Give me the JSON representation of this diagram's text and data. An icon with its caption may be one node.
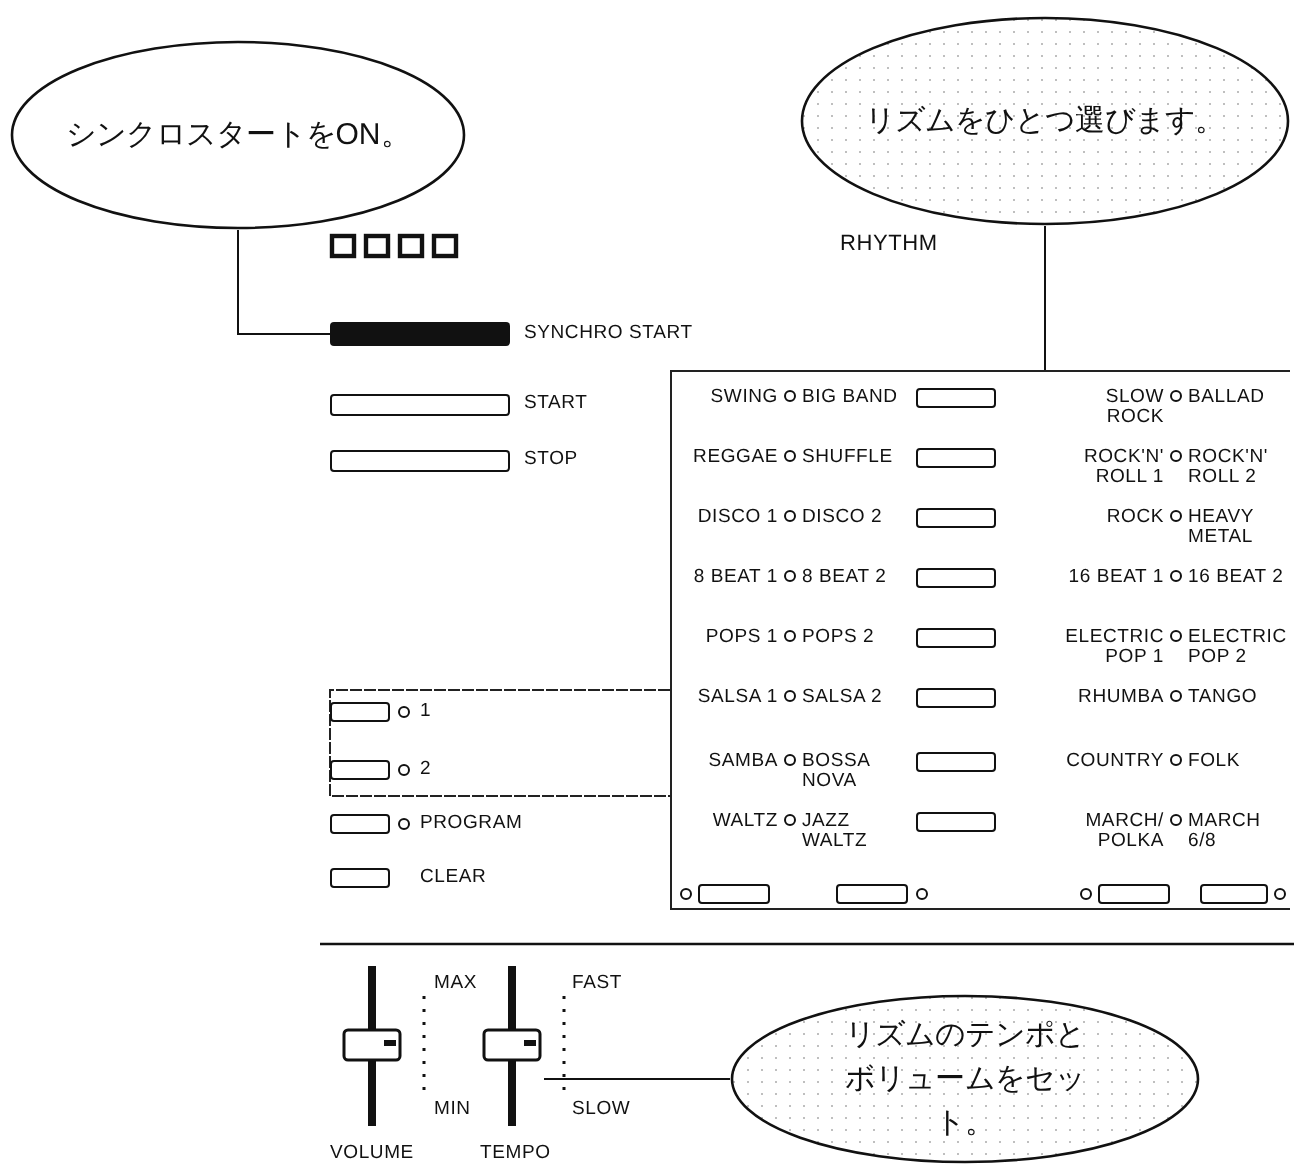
{
  "diagram": {
    "nodes": [
      {
        "text": [
          "シンクロスタートをON。"
        ]
      },
      {
        "text": [
          "リズムをひとつ選びます。"
        ]
      },
      {
        "text": [
          "リズムのテンポとボリュームをセット。"
        ]
      },
      {
        "text": [],
        "shape": "bar"
      },
      {
        "text": [],
        "shape": "box"
      },
      {
        "text": [],
        "shape": "slider"
      },
      {
        "text": [],
        "shape": "slider"
      }
    ],
    "edges": [
      {
        "from": 0,
        "to": 3,
        "arrow": "none"
      },
      {
        "from": 1,
        "to": 4,
        "arrow": "none"
      },
      {
        "from": 2,
        "to": 6,
        "arrow": "none"
      }
    ],
    "labels": [
      "RHYTHM",
      "SYNCHRO START",
      "START",
      "STOP",
      "1",
      "2",
      "PROGRAM",
      "CLEAR",
      "SWING",
      "BIG BAND",
      "SLOW ROCK",
      "BALLAD",
      "REGGAE",
      "SHUFFLE",
      "ROCK'N' ROLL 1",
      "ROCK'N' ROLL 2",
      "DISCO 1",
      "DISCO 2",
      "ROCK",
      "HEAVY METAL",
      "8 BEAT 1",
      "8 BEAT 2",
      "16 BEAT 1",
      "16 BEAT 2",
      "POPS 1",
      "POPS 2",
      "ELECTRIC POP 1",
      "ELECTRIC POP 2",
      "SALSA 1",
      "SALSA 2",
      "RHUMBA",
      "TANGO",
      "SAMBA",
      "BOSSA NOVA",
      "COUNTRY",
      "FOLK",
      "WALTZ",
      "JAZZ WALTZ",
      "MARCH/ POLKA",
      "MARCH 6/8",
      "MAX",
      "MIN",
      "FAST",
      "SLOW",
      "VOLUME",
      "TEMPO"
    ]
  }
}
